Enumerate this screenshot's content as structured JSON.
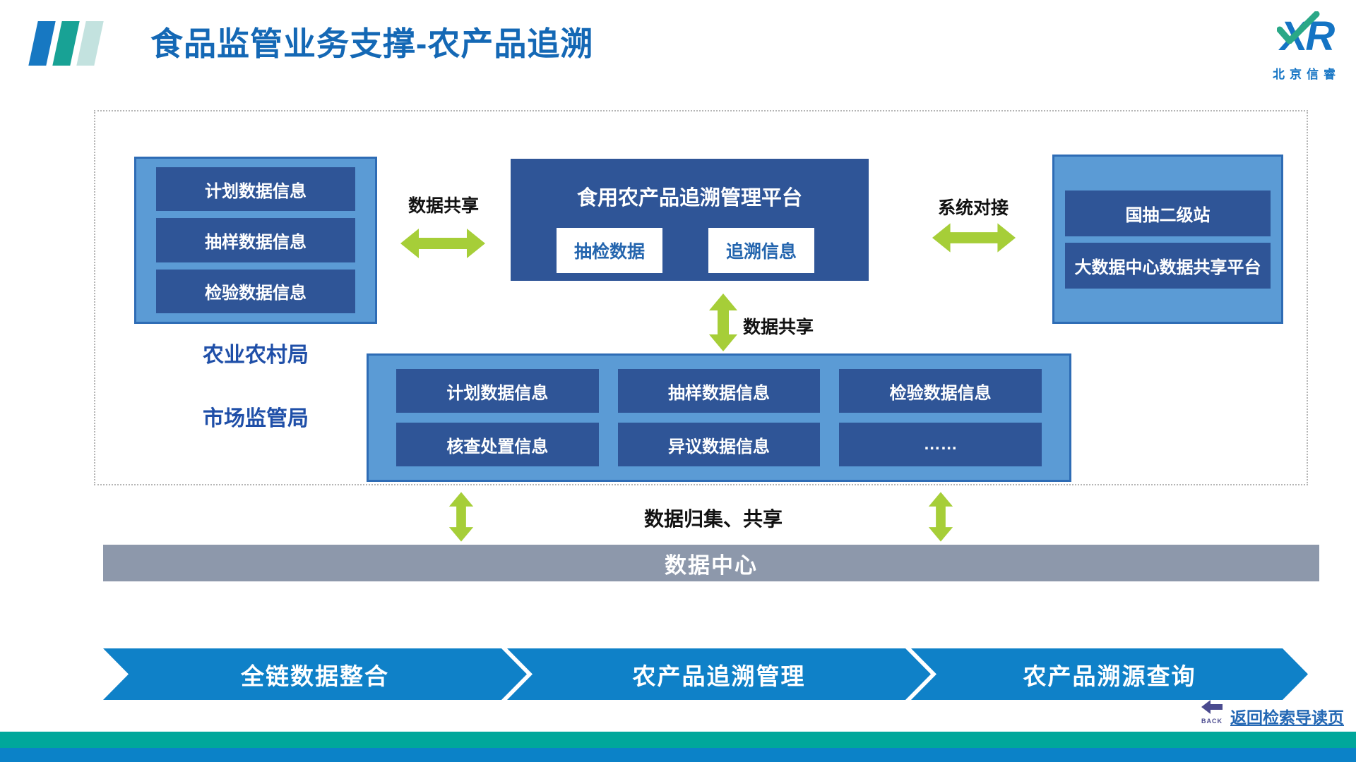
{
  "colors": {
    "title_blue": "#1468b5",
    "bar_blue": "#1778c2",
    "bar_teal": "#18a295",
    "bar_pale": "#c3e2df",
    "light_blue": "#5b9bd5",
    "blue_border": "#2e6cb5",
    "dark_blue": "#2f5597",
    "green": "#a6ce38",
    "gray_bar": "#8d98ab",
    "chevron_blue": "#0f81c8",
    "teal_strip": "#00a79b",
    "blue_strip": "#0b82c8",
    "link_blue": "#2468b4",
    "label_blue": "#1f4fa8",
    "back_icon": "#4b4b8f",
    "white_box_text": "#2465ae",
    "logo_blue": "#1474c4",
    "logo_green": "#2aa887"
  },
  "header": {
    "title": "食品监管业务支撑-农产品追溯",
    "logo_mark": "XR",
    "logo_name": "北京信睿"
  },
  "diagram": {
    "left_group": {
      "items": [
        "计划数据信息",
        "抽样数据信息",
        "检验数据信息"
      ]
    },
    "org_labels": [
      "农业农村局",
      "市场监管局"
    ],
    "platform": {
      "title": "食用农产品追溯管理平台",
      "sub_boxes": [
        "抽检数据",
        "追溯信息"
      ]
    },
    "right_group": {
      "items": [
        "国抽二级站",
        "大数据中心数据共享平台"
      ]
    },
    "arrow_labels": {
      "left": "数据共享",
      "right": "系统对接",
      "down": "数据共享"
    },
    "bottom_group": {
      "items": [
        "计划数据信息",
        "抽样数据信息",
        "检验数据信息",
        "核查处置信息",
        "异议数据信息",
        "……"
      ]
    }
  },
  "flow": {
    "label": "数据归集、共享"
  },
  "data_center": {
    "label": "数据中心"
  },
  "process_steps": [
    "全链数据整合",
    "农产品追溯管理",
    "农产品溯源查询"
  ],
  "footer": {
    "back_label": "BACK",
    "back_link": "返回检索导读页"
  }
}
